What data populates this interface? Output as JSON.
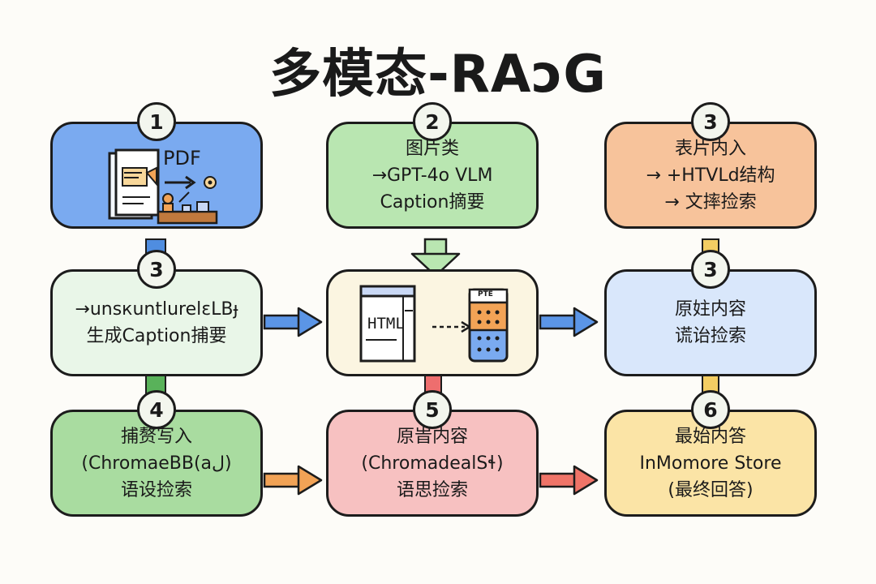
{
  "title": "多模态-RAɔG",
  "nodes": [
    {
      "id": "pdf",
      "badge": "1",
      "lines": [
        "PDF"
      ]
    },
    {
      "id": "image",
      "badge": "2",
      "lines": [
        "图片类",
        "→GPT-4o VLM",
        "Caption摘要"
      ]
    },
    {
      "id": "table",
      "badge": "3",
      "lines": [
        "表片内入",
        "→ +HTVLd结构",
        "→ 文摔捡索"
      ]
    },
    {
      "id": "unstructured",
      "badge": "3",
      "lines": [
        "→unsкuntlurelɛLBɟ",
        "生成Caption捕要"
      ]
    },
    {
      "id": "html",
      "badge": "",
      "lines": [
        "HTML",
        "PTE"
      ]
    },
    {
      "id": "raw",
      "badge": "3",
      "lines": [
        "原妵内容",
        "谎诒捡索"
      ]
    },
    {
      "id": "chroma-write",
      "badge": "4",
      "lines": [
        "捕赘写入",
        "(ChromaeBB(aل)",
        "语设捡索"
      ]
    },
    {
      "id": "chroma-search",
      "badge": "5",
      "lines": [
        "原旹内容",
        "(ChromadealSɬ)",
        "语思捡索"
      ]
    },
    {
      "id": "final",
      "badge": "6",
      "lines": [
        "最始内答",
        "InMomore Store",
        "(最终回答)"
      ]
    }
  ],
  "colors": {
    "blue": "#7aaaf0",
    "green": "#b9e6b1",
    "peach": "#f7c39b",
    "mint": "#e9f6e8",
    "cream": "#fbf5e1",
    "light_blue": "#d9e7fb",
    "green2": "#a9dca0",
    "pink": "#f7c1c1",
    "yellow": "#fbe4a6",
    "arrow_blue": "#5b95e6",
    "arrow_orange": "#f2a356",
    "arrow_red": "#ef7468",
    "connector_blue": "#4f8de0",
    "connector_yellow": "#f3cd63",
    "connector_green": "#59b25a",
    "connector_red": "#ee6e6e"
  },
  "icons": [
    "document-icon",
    "arrow-icon",
    "target-icon",
    "person-desk-icon",
    "html-page-icon",
    "dashed-arrow-icon",
    "grid-table-icon",
    "down-arrow-icon",
    "right-arrow-icon"
  ]
}
